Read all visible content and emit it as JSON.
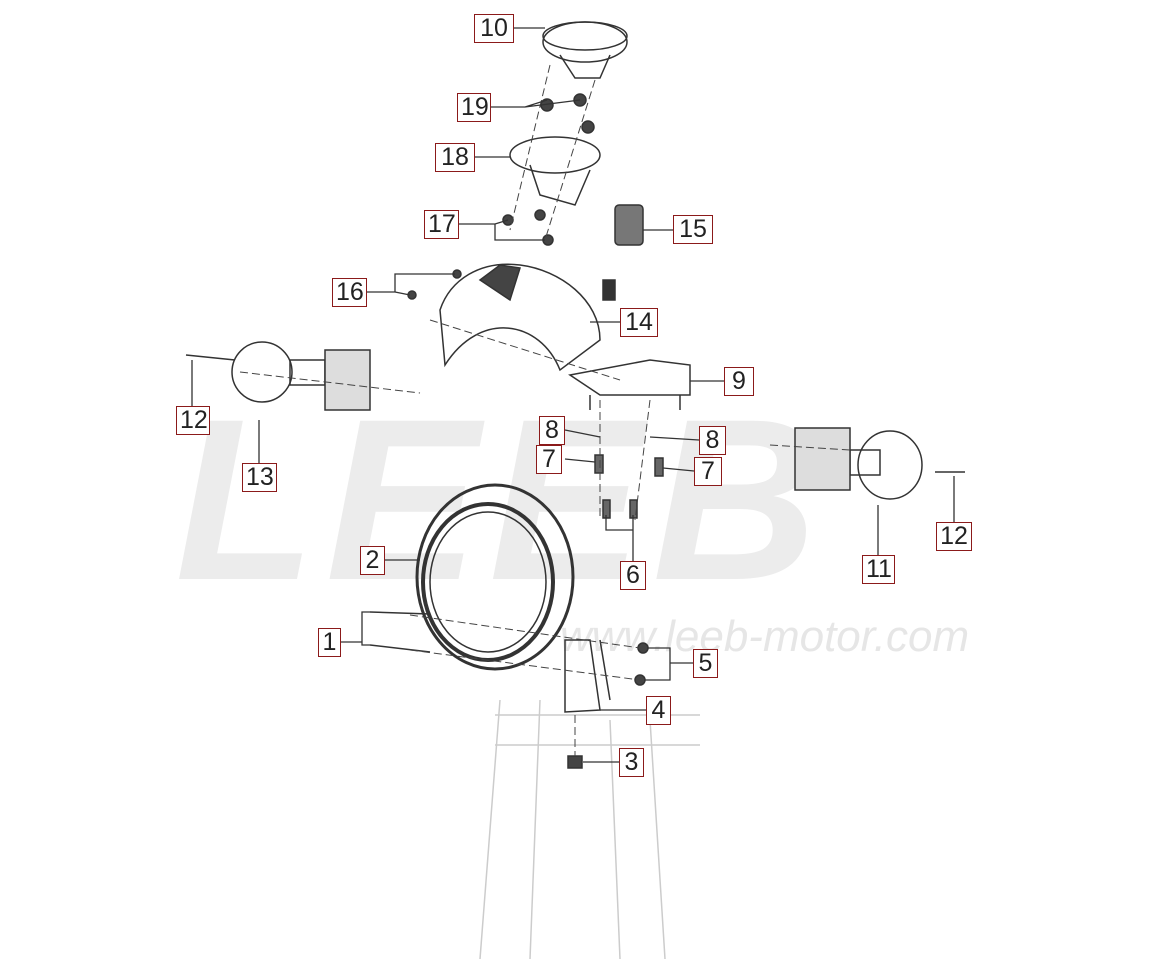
{
  "watermark": {
    "brand": "LEEB",
    "url": "www.leeb-motor.com"
  },
  "colors": {
    "label_border": "#8b1a1a",
    "line": "#333333",
    "watermark": "#ececec"
  },
  "callouts": [
    {
      "id": "10"
    },
    {
      "id": "19"
    },
    {
      "id": "18"
    },
    {
      "id": "17"
    },
    {
      "id": "15"
    },
    {
      "id": "16"
    },
    {
      "id": "14"
    },
    {
      "id": "9"
    },
    {
      "id": "12"
    },
    {
      "id": "13"
    },
    {
      "id": "8"
    },
    {
      "id": "7"
    },
    {
      "id": "8"
    },
    {
      "id": "7"
    },
    {
      "id": "6"
    },
    {
      "id": "2"
    },
    {
      "id": "11"
    },
    {
      "id": "12"
    },
    {
      "id": "1"
    },
    {
      "id": "5"
    },
    {
      "id": "4"
    },
    {
      "id": "3"
    }
  ]
}
